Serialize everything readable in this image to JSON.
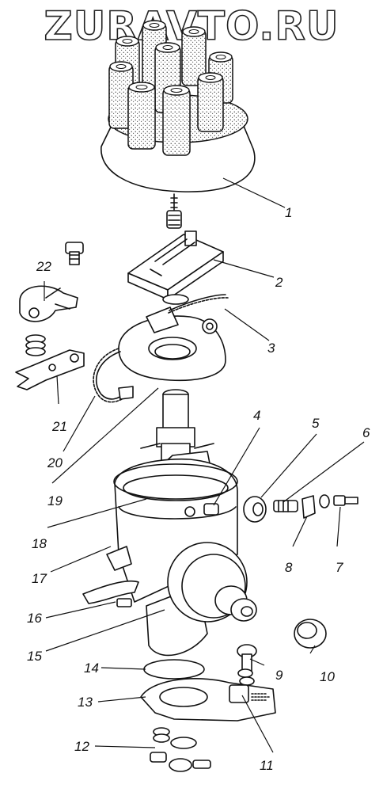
{
  "watermark": "ZURAVTO.RU",
  "callouts": [
    "1",
    "2",
    "3",
    "4",
    "5",
    "6",
    "7",
    "8",
    "9",
    "10",
    "11",
    "12",
    "13",
    "14",
    "15",
    "16",
    "17",
    "18",
    "19",
    "20",
    "21",
    "22"
  ],
  "colors": {
    "ink": "#111111",
    "paper": "#ffffff",
    "stipple": "#dcdcdc"
  }
}
